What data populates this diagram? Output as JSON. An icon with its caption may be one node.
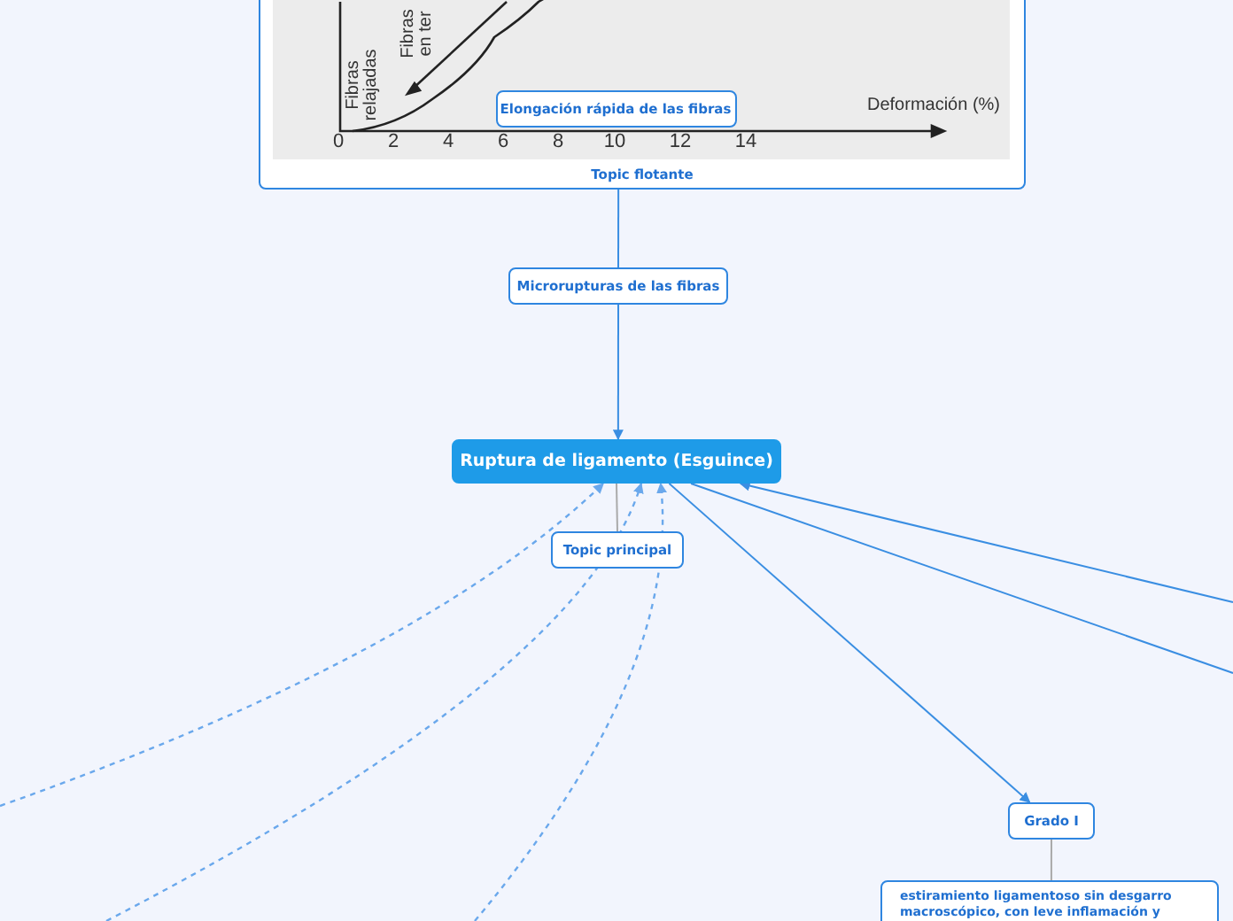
{
  "diagram": {
    "nodes": [
      {
        "text": [
          "Topic flotante"
        ]
      },
      {
        "text": [
          "Elongación rápida de las fibras"
        ],
        "in": 0
      },
      {
        "text": [
          "Microrupturas de las fibras"
        ]
      },
      {
        "text": [
          "Ruptura de ligamento (Esguince)"
        ]
      },
      {
        "text": [
          "Topic principal"
        ]
      },
      {
        "text": [
          "Grado I"
        ]
      },
      {
        "text": [
          "estiramiento ligamentoso sin desgarro macroscópico, con leve inflamación y"
        ]
      }
    ],
    "edges": [
      {
        "from": 0,
        "to": 2,
        "arrow": "none"
      },
      {
        "from": 2,
        "to": 3,
        "arrow": "to"
      },
      {
        "from": 3,
        "to": 4,
        "arrow": "none",
        "color": "#aaaaaa"
      },
      {
        "from": 3,
        "to": 5,
        "arrow": "to"
      },
      {
        "from": 5,
        "to": 6,
        "arrow": "none",
        "color": "#aaaaaa"
      },
      {
        "from": null,
        "to": 3,
        "arrow": "to",
        "style": "dashed",
        "color": "#6aa8ec"
      },
      {
        "from": null,
        "to": 3,
        "arrow": "to",
        "style": "dashed",
        "color": "#6aa8ec"
      },
      {
        "from": null,
        "to": 3,
        "arrow": "to",
        "style": "dashed",
        "color": "#6aa8ec"
      },
      {
        "from": null,
        "to": 3,
        "arrow": "to"
      },
      {
        "from": 3,
        "to": null,
        "arrow": "none"
      }
    ],
    "labels": [
      "Fibras en ter",
      "Fibras relajadas",
      "Deformación (%)",
      "0",
      "2",
      "4",
      "6",
      "8",
      "10",
      "12",
      "14"
    ]
  }
}
